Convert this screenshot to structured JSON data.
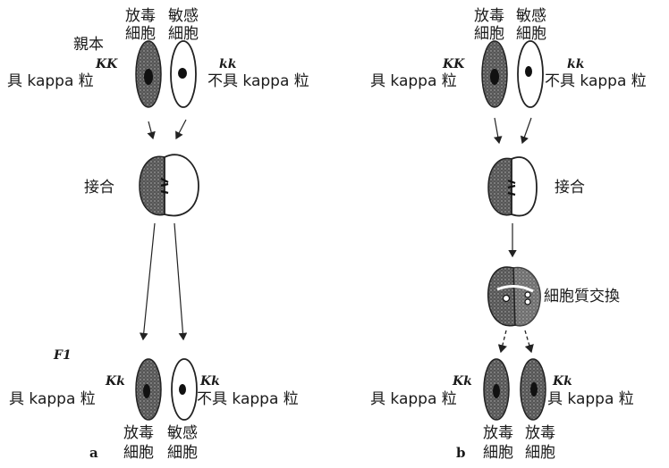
{
  "panel_a": {
    "parent_label": "親本",
    "killer_top_label": [
      "放毒",
      "細胞"
    ],
    "sensitive_top_label": [
      "敏感",
      "細胞"
    ],
    "left_genotype": "KK",
    "left_trait": "具 kappa 粒",
    "right_genotype": "kk",
    "right_trait": "不具 kappa 粒",
    "conjugation_label": "接合",
    "f1_label": "F1",
    "f1_left_genotype": "Kk",
    "f1_left_trait": "具 kappa 粒",
    "f1_right_genotype": "Kk",
    "f1_right_trait": "不具 kappa 粒",
    "bottom_left_label": [
      "放毒",
      "細胞"
    ],
    "bottom_right_label": [
      "敏感",
      "細胞"
    ],
    "panel_letter": "a"
  },
  "panel_b": {
    "killer_top_label": [
      "放毒",
      "細胞"
    ],
    "sensitive_top_label": [
      "敏感",
      "細胞"
    ],
    "left_genotype": "KK",
    "left_trait": "具 kappa 粒",
    "right_genotype": "kk",
    "right_trait": "不具 kappa 粒",
    "conjugation_label": "接合",
    "exchange_label": "細胞質交換",
    "f1_left_genotype": "Kk",
    "f1_left_trait": "具 kappa 粒",
    "f1_right_genotype": "Kk",
    "f1_right_trait": "具 kappa 粒",
    "bottom_left_label": [
      "放毒",
      "細胞"
    ],
    "bottom_right_label": [
      "放毒",
      "細胞"
    ],
    "panel_letter": "b"
  },
  "colors": {
    "killer_cell": "#4a4a4a",
    "sensitive_cell": "#ffffff",
    "ink": "#1a1a1a"
  }
}
